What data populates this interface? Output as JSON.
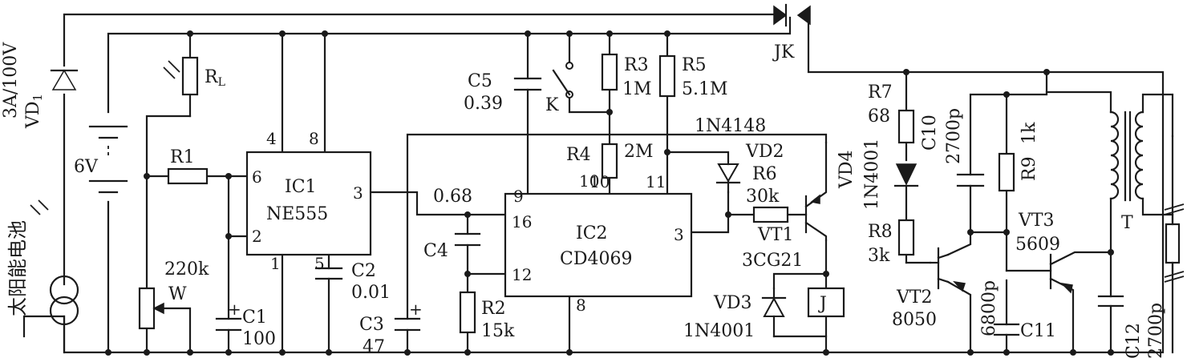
{
  "components": {
    "vd1_rating": "3A/100V",
    "vd1": "VD",
    "vd1_sub": "1",
    "battery": "6V",
    "solar_cell": "太阳能电池",
    "rl": "R",
    "rl_sub": "L",
    "r1": "R1",
    "w_value": "220k",
    "w": "W",
    "c1": "C1",
    "c1_value": "100",
    "ic1": "IC1",
    "ic1_part": "NE555",
    "c2": "C2",
    "c2_value": "0.01",
    "c3": "C3",
    "c3_value": "47",
    "c4": "C4",
    "c4_value": "0.68",
    "r2": "R2",
    "r2_value": "15k",
    "c5": "C5",
    "c5_value": "0.39",
    "switch_k": "K",
    "r3": "R3",
    "r3_value": "1M",
    "r4": "R4",
    "r4_value": "10",
    "r4_extra": "2M",
    "r5": "R5",
    "r5_value": "5.1M",
    "ic2": "IC2",
    "ic2_part": "CD4069",
    "vd2_part": "1N4148",
    "vd2": "VD2",
    "r6": "R6",
    "r6_value": "30k",
    "vt1": "VT1",
    "vt1_part": "3CG21",
    "vd3": "VD3",
    "vd3_part": "1N4001",
    "relay": "J",
    "jk": "JK",
    "r7": "R7",
    "r7_value": "68",
    "vd4": "VD4",
    "vd4_part": "1N4001",
    "c10": "C10",
    "c10_value": "2700p",
    "r9": "R9",
    "r9_value": "1k",
    "r8": "R8",
    "r8_value": "3k",
    "vt2": "VT2",
    "vt2_part": "8050",
    "c11_value": "6800p",
    "c11": "C11",
    "vt3": "VT3",
    "vt3_part": "5609",
    "transformer": "T",
    "c12": "C12",
    "c12_value": "2700p"
  },
  "pins": {
    "ic1_p4": "4",
    "ic1_p8": "8",
    "ic1_p6": "6",
    "ic1_p2": "2",
    "ic1_p1": "1",
    "ic1_p5": "5",
    "ic1_p3": "3",
    "ic2_p9": "9",
    "ic2_p10": "10",
    "ic2_p11": "11",
    "ic2_p16": "16",
    "ic2_p12": "12",
    "ic2_p3": "3",
    "ic2_p8": "8"
  },
  "polarity": {
    "plus": "+"
  }
}
